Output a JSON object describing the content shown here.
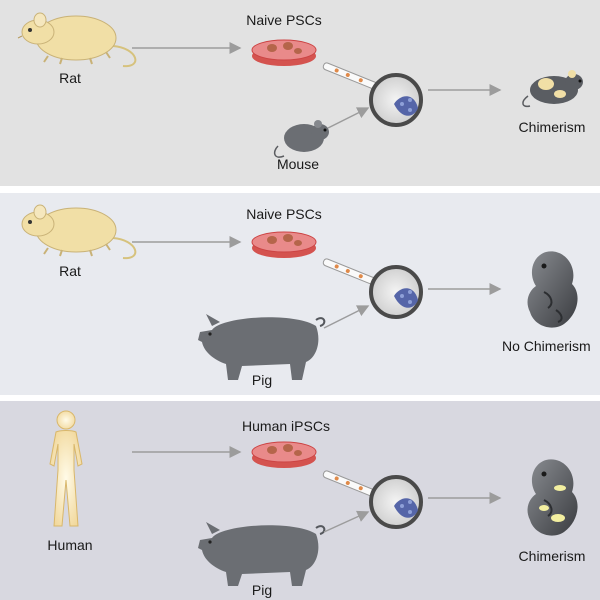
{
  "colors": {
    "panel1_bg": "#e2e2e2",
    "panel2_bg": "#e8eaef",
    "panel3_bg": "#d8d8e0",
    "rodent_cream": "#f1dfa6",
    "pig_gray": "#6b6e73",
    "dish_red": "#e98a8a",
    "arrow_gray": "#9c9c9c",
    "chimera_yellow": "#f3efa0"
  },
  "panels": [
    {
      "donor_label": "Rat",
      "cells_label": "Naive PSCs",
      "host_label": "Mouse",
      "outcome_label": "Chimerism"
    },
    {
      "donor_label": "Rat",
      "cells_label": "Naive PSCs",
      "host_label": "Pig",
      "outcome_label": "No Chimerism"
    },
    {
      "donor_label": "Human",
      "cells_label": "Human iPSCs",
      "host_label": "Pig",
      "outcome_label": "Chimerism"
    }
  ]
}
